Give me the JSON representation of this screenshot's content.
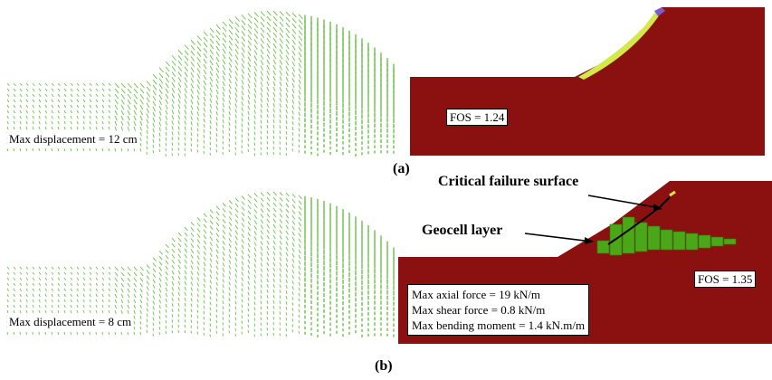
{
  "panel_a": {
    "displacement_label": "Max displacement = 12 cm",
    "fos_label": "FOS = 1.24",
    "caption": "(a)"
  },
  "panel_b": {
    "displacement_label": "Max displacement = 8 cm",
    "fos_label": "FOS = 1.35",
    "caption": "(b)",
    "annotation_failure_surface": "Critical failure surface",
    "annotation_geocell": "Geocell layer",
    "info_lines": [
      "Max axial force = 19 kN/m",
      "Max shear force = 0.8 kN/m",
      "Max bending moment = 1.4 kN.m/m"
    ]
  },
  "colors": {
    "slope_fill": "#8b1111",
    "vector_green": "#6cc04a",
    "geocell_green": "#4aa818",
    "slip_yellow": "#d4e84a"
  }
}
